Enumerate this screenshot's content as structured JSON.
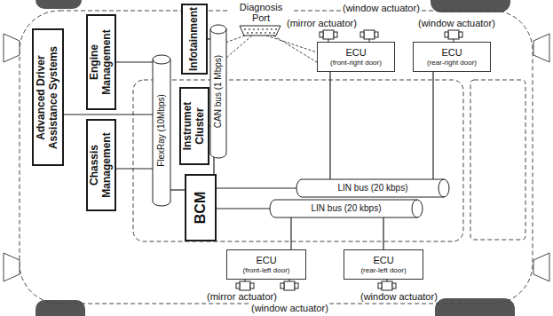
{
  "diagram": {
    "nodes": [
      {
        "text": [
          "Advanced Driver Assistance Systems"
        ]
      },
      {
        "text": [
          "Engine Management"
        ]
      },
      {
        "text": [
          "Chassis Management"
        ]
      },
      {
        "text": [
          "FlexRay (10Mbps)"
        ]
      },
      {
        "text": [
          "Infotainment"
        ]
      },
      {
        "text": [
          "Instrumet Cluster"
        ]
      },
      {
        "text": [
          "CAN bus (1 Mbps)"
        ]
      },
      {
        "text": [
          "BCM"
        ]
      },
      {
        "text": [
          "ECU",
          "(front-right door)"
        ]
      },
      {
        "text": [
          "ECU",
          "(rear-right door)"
        ]
      },
      {
        "text": [
          "LIN bus (20 kbps)"
        ]
      },
      {
        "text": [
          "LIN bus (20 kbps)"
        ]
      },
      {
        "text": [
          "ECU",
          "(front-left door)"
        ]
      },
      {
        "text": [
          "ECU",
          "(rear-left door)"
        ]
      }
    ],
    "edges": [
      {
        "from": 0,
        "to": 3,
        "arrow": "none"
      },
      {
        "from": 1,
        "to": 3,
        "arrow": "none"
      },
      {
        "from": 2,
        "to": 3,
        "arrow": "none"
      },
      {
        "from": 7,
        "to": 3,
        "arrow": "none"
      },
      {
        "from": 4,
        "to": 6,
        "arrow": "none"
      },
      {
        "from": 5,
        "to": 6,
        "arrow": "none"
      },
      {
        "from": 7,
        "to": 6,
        "arrow": "none"
      },
      {
        "from": 7,
        "to": 10,
        "arrow": "none"
      },
      {
        "from": 7,
        "to": 11,
        "arrow": "none"
      },
      {
        "from": 8,
        "to": 10,
        "arrow": "none"
      },
      {
        "from": 9,
        "to": 10,
        "arrow": "none"
      },
      {
        "from": 12,
        "to": 11,
        "arrow": "none"
      },
      {
        "from": 13,
        "to": 11,
        "arrow": "none"
      }
    ],
    "labels": [
      "Diagnosis Port",
      "(window actuator)",
      "(mirror actuator)",
      "(window actuator)",
      "(mirror actuator)",
      "(window actuator)",
      "(window actuator)"
    ]
  }
}
